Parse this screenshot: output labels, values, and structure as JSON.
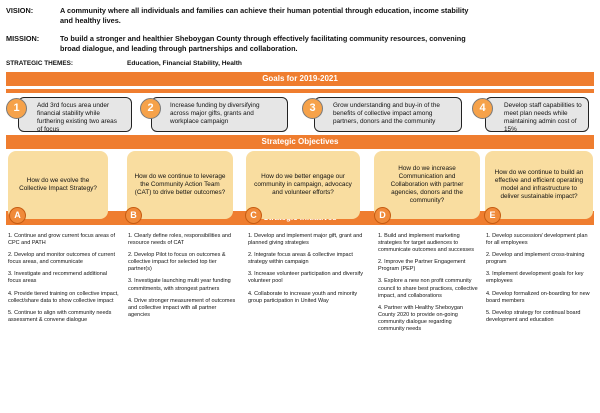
{
  "vision": {
    "label": "VISION:",
    "line1": "A community where all individuals and families can achieve their human potential through education, income stability",
    "line2": "and healthy lives."
  },
  "mission": {
    "label": "MISSION:",
    "line1": "To build a stronger and healthier Sheboygan County through effectively facilitating community resources, convening",
    "line2": "broad dialogue, and leading through partnerships and collaboration."
  },
  "themes": {
    "label": "STRATEGIC THEMES:",
    "value": "Education, Financial Stability, Health"
  },
  "goals": {
    "title": "Goals for 2019-2021",
    "items": [
      {
        "num": "1",
        "line1": "Add 3rd focus area under",
        "line2": "financial stability while",
        "line3": "furthering existing two areas",
        "line4": "of focus"
      },
      {
        "num": "2",
        "line1": "Increase funding by diversifying",
        "line2": "across major gifts, grants and",
        "line3": "workplace campaign",
        "line4": ""
      },
      {
        "num": "3",
        "line1": "Grow understanding and buy-in of the",
        "line2": "benefits of collective impact among",
        "line3": "partners, donors and the community",
        "line4": ""
      },
      {
        "num": "4",
        "line1": "Develop staff capabilities to",
        "line2": "meet plan needs while",
        "line3": "maintaining admin cost  of",
        "line4": "15%"
      }
    ]
  },
  "objectives": {
    "title": "Strategic Objectives",
    "items": [
      {
        "letter": "A",
        "text": "How do we evolve the Collective Impact Strategy?"
      },
      {
        "letter": "B",
        "text": "How do we continue to leverage the Community Action Team (CAT)  to drive better outcomes?"
      },
      {
        "letter": "C",
        "text": "How do we better engage our community in campaign, advocacy and volunteer efforts?"
      },
      {
        "letter": "D",
        "text": "How do we increase Communication and Collaboration with partner agencies, donors and the community?"
      },
      {
        "letter": "E",
        "text": "How do we continue to build an effective and efficient operating model and infrastructure to deliver sustainable impact?"
      }
    ]
  },
  "initiatives": {
    "title": "Strategic Initiatives",
    "columns": [
      [
        "1.  Continue and grow current focus areas of CPC and PATH",
        "2.  Develop and monitor outcomes of current focus areas, and communicate",
        "3.  Investigate and recommend additional focus areas",
        "4.  Provide tiered training on collective impact, collect/share data to show collective impact",
        "5.  Continue to align with community needs assessment & convene dialogue"
      ],
      [
        "1. Clearly define roles, responsibilities and resource needs of CAT",
        "2. Develop Pilot to focus on outcomes & collective impact for selected top tier partner(s)",
        "3.  Investigate launching multi year funding commitments, with strongest partners",
        "4.  Drive stronger measurement of outcomes and collective impact with all partner agencies"
      ],
      [
        "1.  Develop and implement major gift, grant and planned giving strategies",
        "2.  Integrate focus areas & collective impact strategy  within campaign",
        "3.  Increase volunteer participation and diversify volunteer pool",
        "4.  Collaborate to increase youth and minority group participation in United Way"
      ],
      [
        "1.  Build and implement marketing strategies for target audiences to communicate outcomes and successes",
        "2.  Improve the Partner Engagement Program (PEP)",
        "3.  Explore a new non profit community council to share best practices, collective impact, and collaborations",
        "4.  Partner with Healthy Sheboygan County 2020 to provide on-going community dialogue regarding community needs"
      ],
      [
        "1.  Develop succession/ development plan for all employees",
        "2.  Develop and implement cross-training program",
        "3.  Implement development goals for key employees",
        "4.  Develop formalized on-boarding for new board members",
        "5.  Develop strategy for continual board development and education"
      ]
    ]
  },
  "colors": {
    "accent": "#ef7d2f",
    "card": "#f9dda0",
    "goal_box": "#e6e6e6",
    "badge": "#f6a24a"
  }
}
